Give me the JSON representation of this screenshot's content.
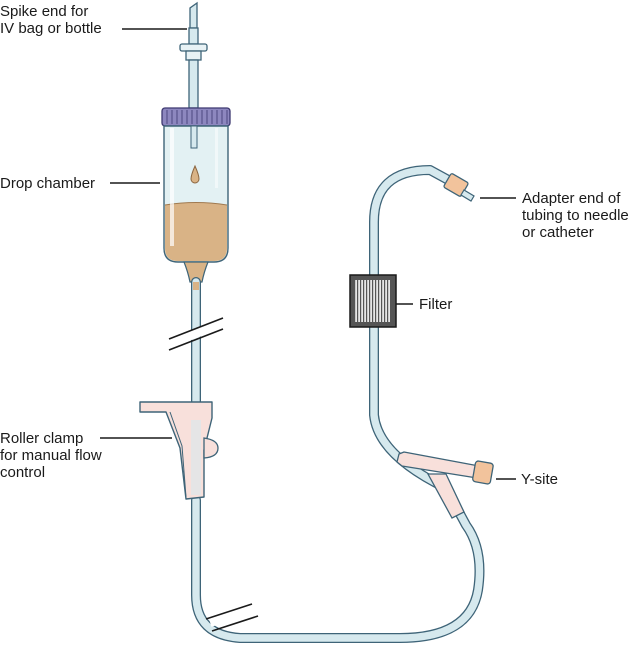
{
  "labels": {
    "spike": [
      "Spike end for",
      "IV bag or bottle"
    ],
    "drop_chamber": [
      "Drop chamber"
    ],
    "roller_clamp": [
      "Roller clamp",
      "for manual flow",
      "control"
    ],
    "adapter": [
      "Adapter end of",
      "tubing to needle",
      "or catheter"
    ],
    "filter": [
      "Filter"
    ],
    "y_site": [
      "Y-site"
    ]
  },
  "colors": {
    "tube_fill": "#d6e9ee",
    "tube_stroke": "#3e6478",
    "chamber_fill": "#e3f1f3",
    "fluid": "#d9b386",
    "cap": "#8d87bf",
    "clamp_fill": "#f8e0db",
    "connector": "#f2c39c",
    "filter_dark": "#555555"
  }
}
